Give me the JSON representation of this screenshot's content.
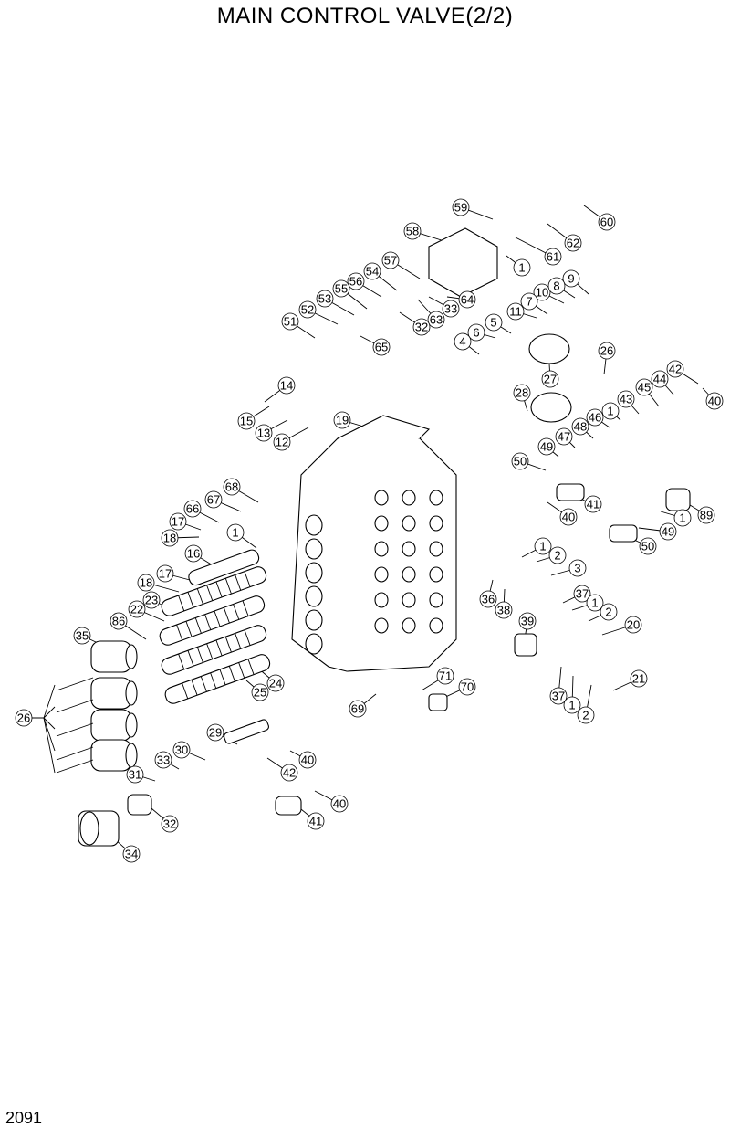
{
  "header": {
    "title": "MAIN CONTROL VALVE(2/2)"
  },
  "footer": {
    "page_number": "2091"
  },
  "callouts": [
    "59",
    "60",
    "58",
    "62",
    "61",
    "1",
    "57",
    "54",
    "56",
    "55",
    "53",
    "52",
    "51",
    "64",
    "33",
    "63",
    "32",
    "65",
    "9",
    "10",
    "8",
    "7",
    "11",
    "5",
    "6",
    "4",
    "27",
    "28",
    "26",
    "42",
    "44",
    "45",
    "40",
    "43",
    "1",
    "46",
    "48",
    "47",
    "49",
    "50",
    "14",
    "15",
    "13",
    "12",
    "19",
    "68",
    "67",
    "66",
    "17",
    "18",
    "1",
    "16",
    "41",
    "40",
    "89",
    "1",
    "49",
    "50",
    "1",
    "2",
    "3",
    "17",
    "18",
    "22",
    "23",
    "86",
    "35",
    "37",
    "1",
    "2",
    "36",
    "38",
    "39",
    "20",
    "24",
    "25",
    "26",
    "71",
    "70",
    "69",
    "37",
    "1",
    "2",
    "21",
    "29",
    "30",
    "33",
    "40",
    "42",
    "31",
    "32",
    "40",
    "41",
    "34"
  ]
}
